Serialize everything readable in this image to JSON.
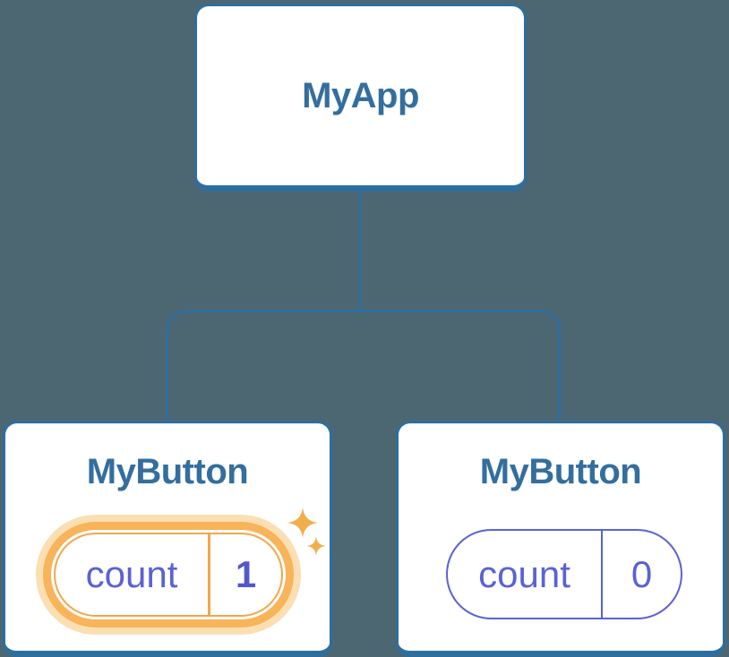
{
  "diagram": {
    "background_color": "#4C6672",
    "line_color": "#2E6E9F",
    "card_background": "#FFFFFF",
    "node_text_color": "#336E9E",
    "state_text_color": "#5B62D6",
    "highlight_ring_color": "#F8B45A",
    "highlight_halo_color": "#FBDFB2",
    "sparkle_color": "#F2AE4E"
  },
  "nodes": {
    "root": {
      "label": "MyApp"
    },
    "left_child": {
      "label": "MyButton",
      "highlighted": true,
      "state": {
        "name": "count",
        "value": "1"
      }
    },
    "right_child": {
      "label": "MyButton",
      "highlighted": false,
      "state": {
        "name": "count",
        "value": "0"
      }
    }
  }
}
